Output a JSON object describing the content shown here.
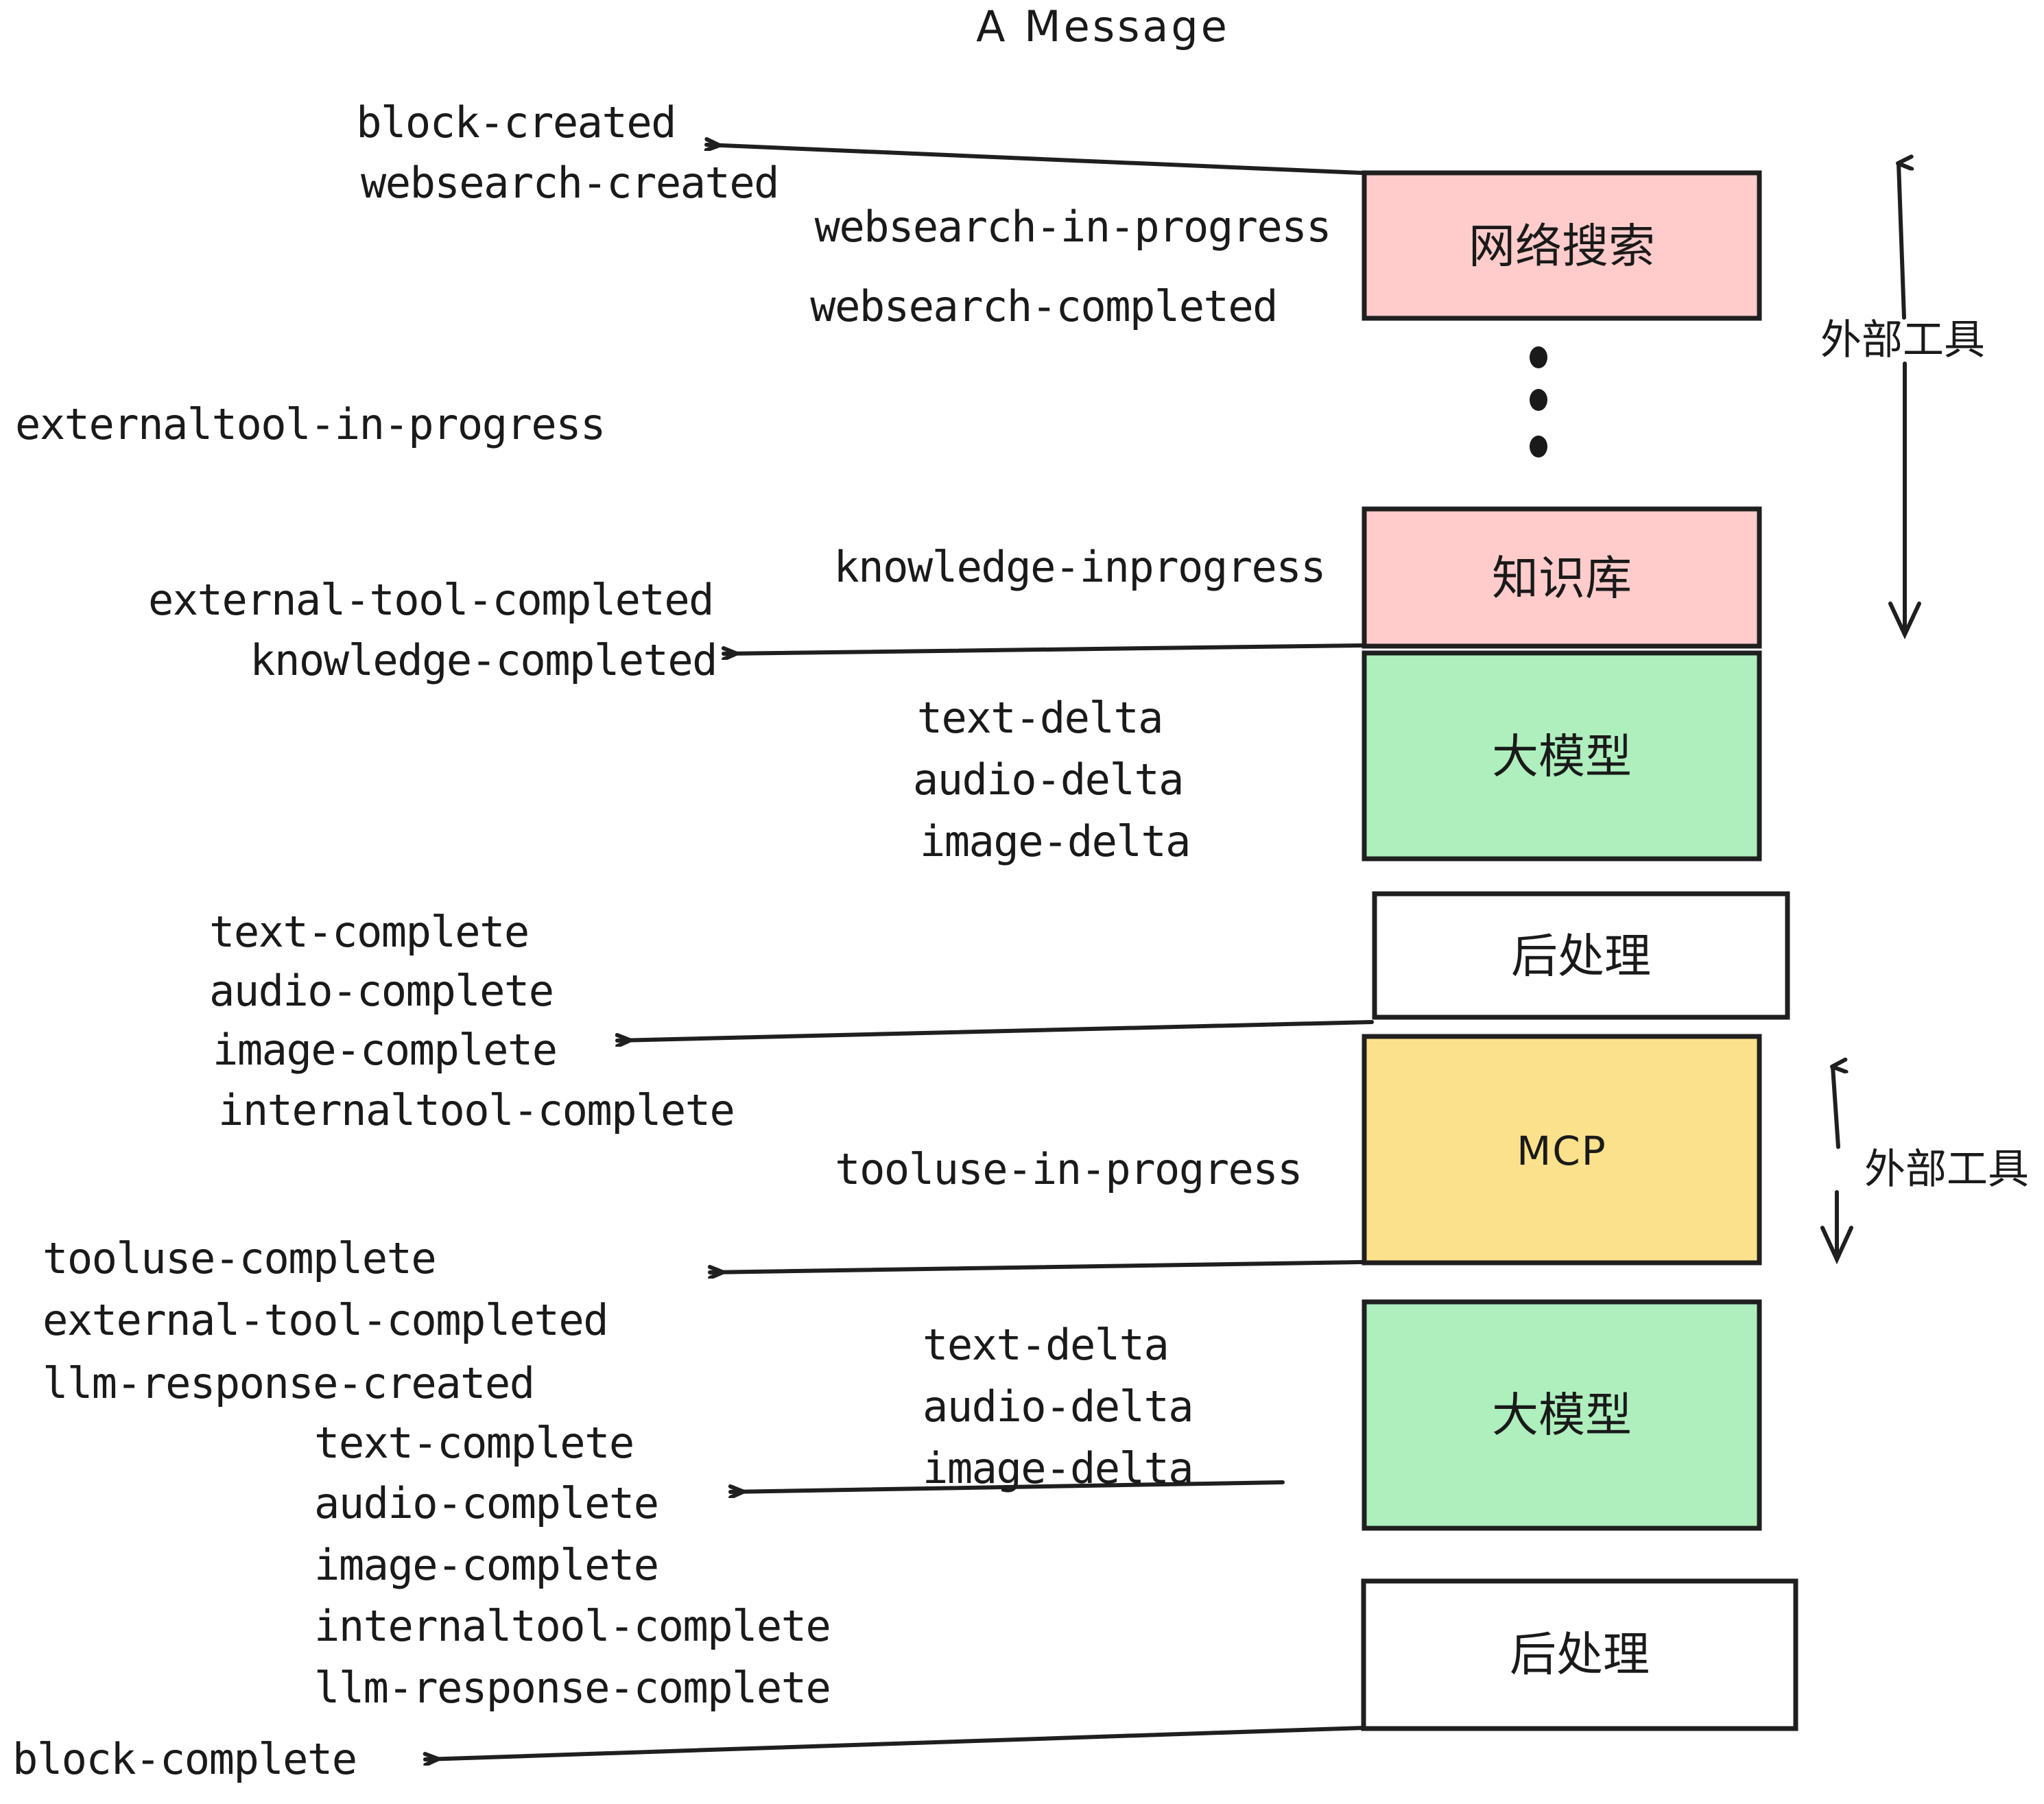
{
  "title": "A Message",
  "colors": {
    "pink": "#FFCCCB",
    "green": "#AEEFBD",
    "yellow": "#FBE18B",
    "white": "#FFFFFF",
    "stroke": "#1F1F1F",
    "text": "#1A1A1A",
    "background": "#FFFFFF"
  },
  "boxes": [
    {
      "id": "websearch",
      "label": "网络搜索",
      "fill": "#FFCCCB"
    },
    {
      "id": "knowledge",
      "label": "知识库",
      "fill": "#FFCCCB"
    },
    {
      "id": "llm-top",
      "label": "大模型",
      "fill": "#AEEFBD"
    },
    {
      "id": "post-top",
      "label": "后处理",
      "fill": "#FFFFFF"
    },
    {
      "id": "mcp",
      "label": "MCP",
      "fill": "#FBE18B"
    },
    {
      "id": "llm-bottom",
      "label": "大模型",
      "fill": "#AEEFBD"
    },
    {
      "id": "post-bottom",
      "label": "后处理",
      "fill": "#FFFFFF"
    }
  ],
  "side_labels": [
    {
      "id": "external-tool-top",
      "label": "外部工具"
    },
    {
      "id": "external-tool-bottom",
      "label": "外部工具"
    }
  ],
  "events": {
    "group_block_created": [
      "block-created",
      "websearch-created"
    ],
    "group_websearch": [
      "websearch-in-progress",
      "websearch-completed"
    ],
    "group_externaltool": [
      "externaltool-in-progress"
    ],
    "group_knowledge_in": [
      "knowledge-inprogress"
    ],
    "group_knowledge_done": [
      "external-tool-completed",
      "knowledge-completed"
    ],
    "group_llm_delta_top": [
      "text-delta",
      "audio-delta",
      "image-delta"
    ],
    "group_post_top": [
      "text-complete",
      "audio-complete",
      "image-complete",
      "internaltool-complete"
    ],
    "group_tooluse_in": [
      "tooluse-in-progress"
    ],
    "group_tooluse_done": [
      "tooluse-complete",
      "external-tool-completed",
      "llm-response-created"
    ],
    "group_llm_delta_bottom": [
      "text-delta",
      "audio-delta",
      "image-delta"
    ],
    "group_post_bottom": [
      "text-complete",
      "audio-complete",
      "image-complete",
      "internaltool-complete",
      "llm-response-complete"
    ],
    "group_block_complete": [
      "block-complete"
    ]
  },
  "ellipsis": {
    "id": "vertical-ellipsis",
    "count": 3
  }
}
